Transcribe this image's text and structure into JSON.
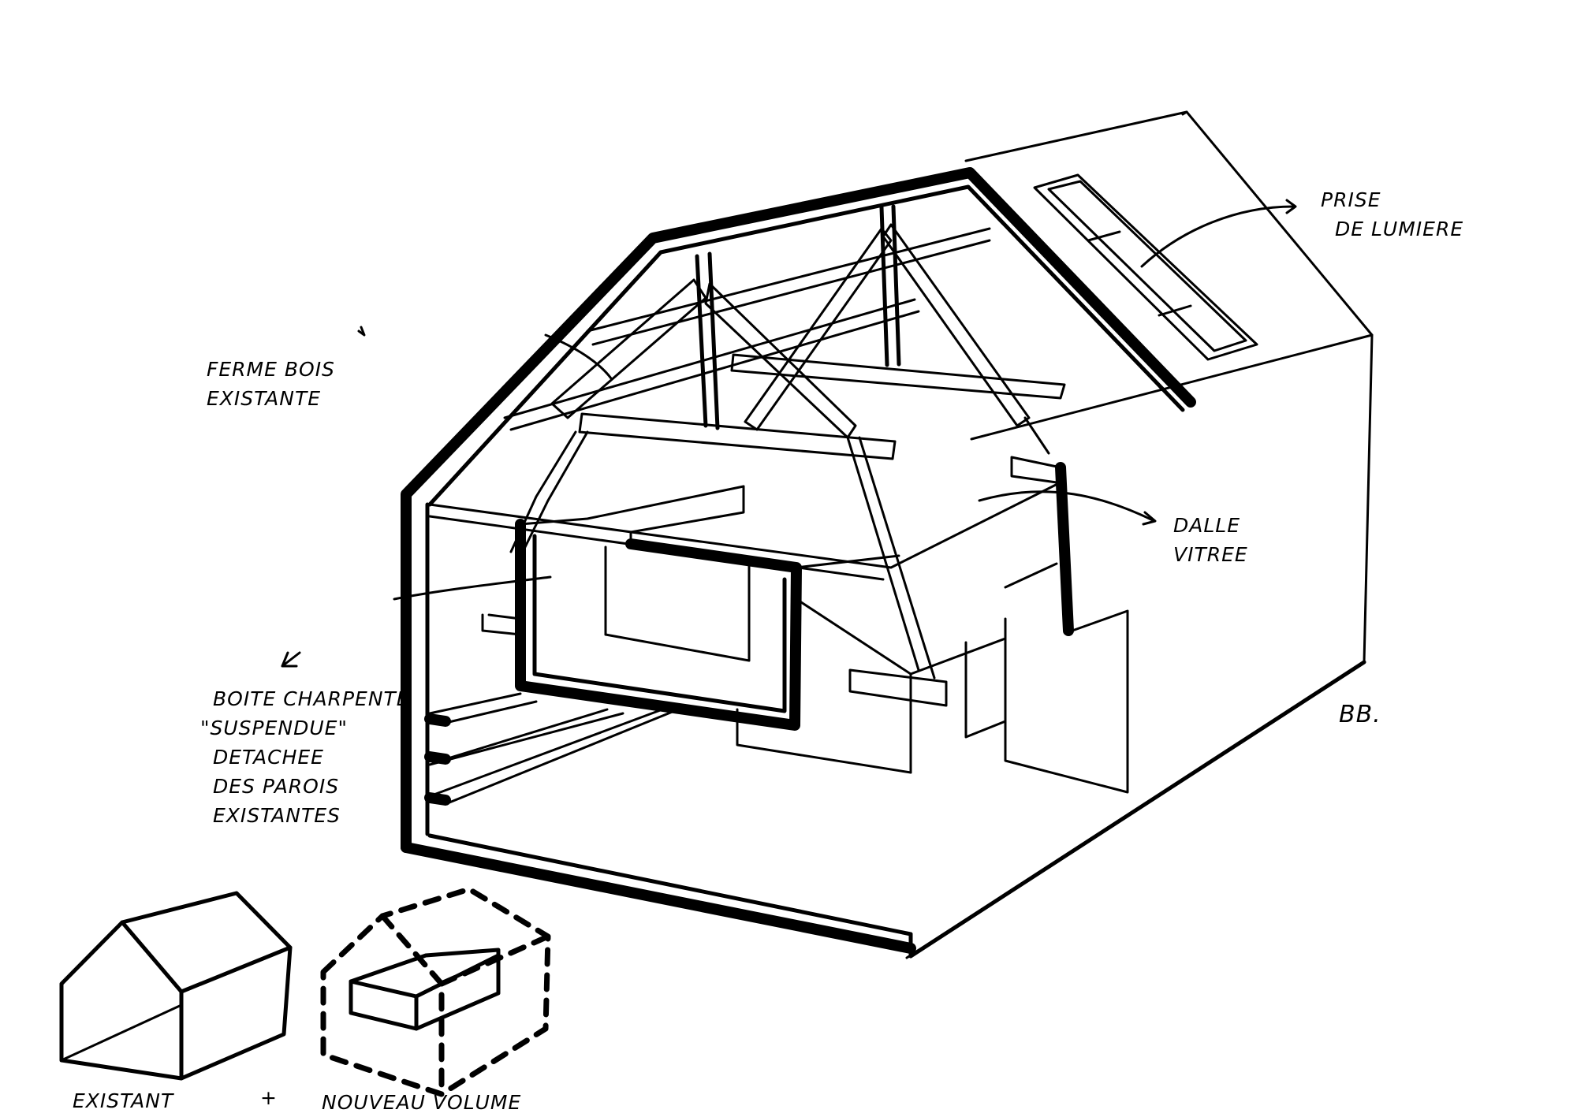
{
  "annotations": {
    "ferme_bois": {
      "lines": [
        "FERME BOIS",
        "EXISTANTE"
      ]
    },
    "prise_lumiere": {
      "lines": [
        "PRISE",
        "DE LUMIERE"
      ]
    },
    "dalle_vitree": {
      "lines": [
        "DALLE",
        "VITREE"
      ]
    },
    "boite_charpente": {
      "lines": [
        "BOITE CHARPENTE",
        "\"SUSPENDUE\"",
        "DETACHEE",
        "DES PAROIS",
        "EXISTANTES"
      ]
    }
  },
  "signature": "BB.",
  "legend": {
    "existing_label": "EXISTANT",
    "plus_sign": "+",
    "new_volume_label": "NOUVEAU VOLUME"
  },
  "colors": {
    "ink": "#000000",
    "paper": "#ffffff"
  }
}
